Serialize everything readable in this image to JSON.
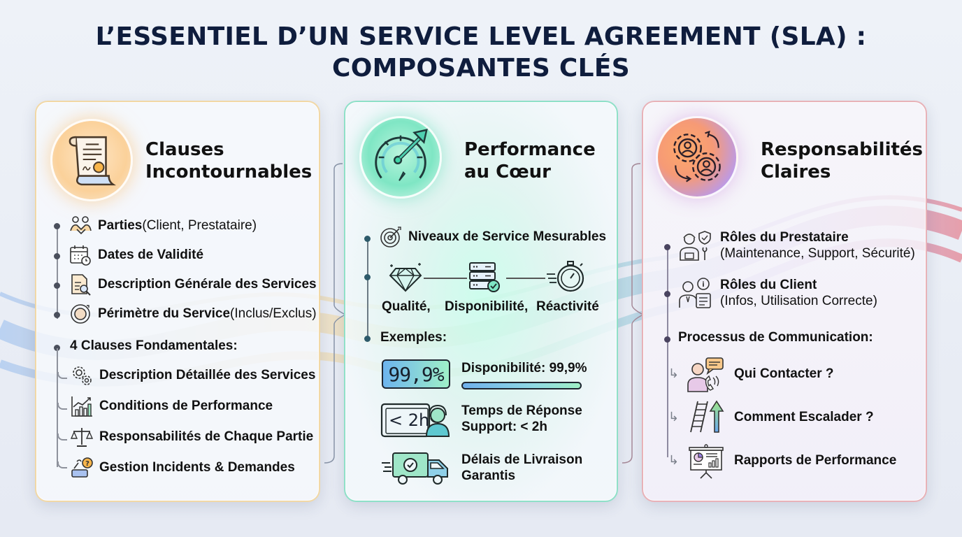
{
  "title": {
    "line1": "L’ESSENTIEL D’UN SERVICE LEVEL AGREEMENT (SLA) :",
    "line2": "COMPOSANTES CLÉS"
  },
  "colors": {
    "title": "#0f1d3d",
    "panel1_accent": "#f6b15c",
    "panel2_accent": "#3fd4a6",
    "panel3_accent": "#e8727a",
    "panel3_secondary": "#9b7fe8"
  },
  "panels": [
    {
      "title_line1": "Clauses",
      "title_line2": "Incontournables",
      "icon": "contract-scroll-icon",
      "items": [
        {
          "icon": "handshake-icon",
          "bold": "Parties",
          "normal": " (Client, Prestataire)"
        },
        {
          "icon": "calendar-clock-icon",
          "bold": "Dates de Validité",
          "normal": ""
        },
        {
          "icon": "document-search-icon",
          "bold": "Description Générale des Services",
          "normal": ""
        },
        {
          "icon": "scope-circle-icon",
          "bold": "Périmètre du Service",
          "normal": " (Inclus/Exclus)"
        }
      ],
      "sub_heading": "4 Clauses Fondamentales:",
      "sub_items": [
        {
          "icon": "gears-icon",
          "label": "Description Détaillée des Services"
        },
        {
          "icon": "growth-chart-icon",
          "label": "Conditions de Performance"
        },
        {
          "icon": "balance-scale-icon",
          "label": "Responsabilités de Chaque Partie"
        },
        {
          "icon": "wrench-question-icon",
          "label": "Gestion Incidents & Demandes"
        }
      ]
    },
    {
      "title_line1": "Performance",
      "title_line2": "au Cœur",
      "icon": "speedometer-icon",
      "measurable": {
        "icon": "target-icon",
        "label": "Niveaux de Service Mesurables"
      },
      "metrics": [
        {
          "icon": "diamond-icon",
          "label": "Qualité,"
        },
        {
          "icon": "server-check-icon",
          "label": "Disponibilité,"
        },
        {
          "icon": "stopwatch-icon",
          "label": "Réactivité"
        }
      ],
      "examples_heading": "Exemples:",
      "examples": [
        {
          "icon": "percent-display",
          "badge": "99,9%",
          "line1": "Disponibilité: 99,9%",
          "line2": "",
          "progress": 99.9
        },
        {
          "icon": "support-agent-icon",
          "badge": "< 2h",
          "line1": "Temps de Réponse",
          "line2": "Support: < 2h"
        },
        {
          "icon": "delivery-truck-icon",
          "badge": "",
          "line1": "Délais de Livraison",
          "line2": "Garantis"
        }
      ]
    },
    {
      "title_line1": "Responsabilités",
      "title_line2": "Claires",
      "icon": "gears-people-icon",
      "roles": [
        {
          "icon": "technician-shield-icon",
          "title": "Rôles du Prestataire",
          "detail": "(Maintenance, Support, Sécurité)"
        },
        {
          "icon": "client-info-icon",
          "title": "Rôles du Client",
          "detail": "(Infos, Utilisation Correcte)"
        }
      ],
      "process_heading": "Processus de Communication:",
      "process_items": [
        {
          "icon": "contact-phone-icon",
          "label": "Qui Contacter ?"
        },
        {
          "icon": "ladder-arrow-icon",
          "label": "Comment Escalader ?"
        },
        {
          "icon": "presentation-report-icon",
          "label": "Rapports de Performance"
        }
      ]
    }
  ]
}
